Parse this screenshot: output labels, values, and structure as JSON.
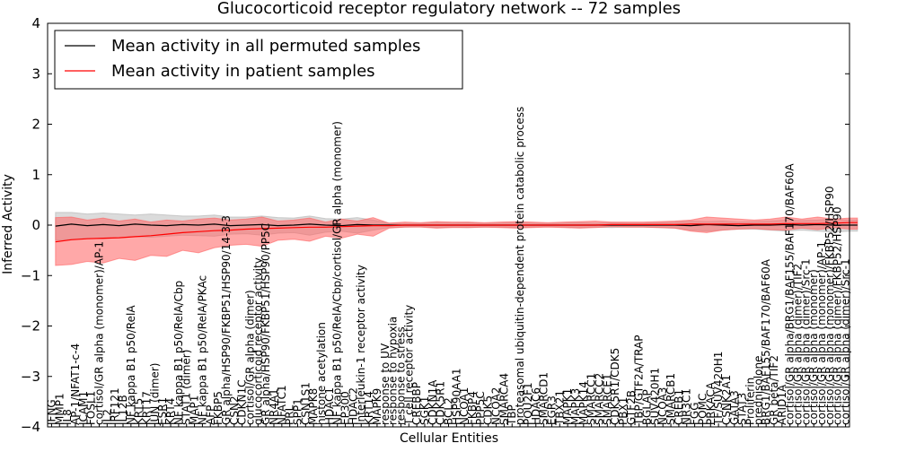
{
  "chart_data": {
    "type": "line",
    "title": "Glucocorticoid receptor regulatory network -- 72 samples",
    "xlabel": "Cellular Entities",
    "ylabel": "Inferred Activity",
    "ylim": [
      -4,
      4
    ],
    "yticks": [
      -4,
      -3,
      -2,
      -1,
      0,
      1,
      2,
      3,
      4
    ],
    "grid": false,
    "legend_position": "top-left",
    "colors": {
      "permuted_line": "#000000",
      "permuted_band": "#b0b0b0",
      "patient_line": "#ff0000",
      "patient_band": "#ff6060",
      "axes": "#000000"
    },
    "categories": [
      "IFNG",
      "MMP1",
      "IL8",
      "AP-1/NFAT1-c-4",
      "ICAM1",
      "FOSL1",
      "cortisol/GR alpha (monomer)/AP-1",
      "IL2",
      "IRF121",
      "IL12B",
      "NF kappa B1 p50/RelA",
      "KRT5",
      "KRT17",
      "JUN (dimer)",
      "ESR1",
      "KRT4",
      "NF kappa B1 p50/RelA/Cbp",
      "STAT1 (dimer)",
      "MAP1",
      "NF kappa B1 p50/RelA/PKAc",
      "AFP",
      "FKBP5",
      "GR alpha/HSP90/FKBP51/HSP90/14-3-3",
      "CSN2",
      "CDKN1C",
      "cortisol/GR alpha (dimer)",
      "glucocorticoid receptor activity",
      "GR alpha/HSP90/FKBP51/HSP90/PP5C",
      "NR4A1",
      "NFATC1",
      "PRL",
      "SPP1",
      "CSN1S1",
      "MAPK8",
      "histone acetylation",
      "HDAC1",
      "NF kappa B1 p50/RelA/Cbp/cortisol/GR alpha (monomer)",
      "EP300",
      "HDAC2",
      "Interleukin-1 receptor activity",
      "KRT14",
      "MAPK9",
      "response to UV",
      "response to hypoxia",
      "response to stress",
      "T cell receptor activity",
      "CREBBP",
      "SGK1",
      "CDKN1A",
      "CDK5R1",
      "BCL2",
      "HSP90AA1",
      "NCOA1",
      "FKBP4",
      "PPP5C",
      "CDK5",
      "NCOA2",
      "SMARCA4",
      "TBP",
      "proteasomal ubiquitin-dependent protein catabolic process",
      "POU2F1",
      "HDAC6",
      "SMARCD1",
      "EGR3",
      "TBX21",
      "MAPK1",
      "MAPK3",
      "MAPK14",
      "SMARCC1",
      "SMARCC2",
      "SMARCE1",
      "CDK5R1/CDK5",
      "PBX1",
      "GTF2B",
      "TBP/GTF2A/TRAP",
      "BGLAP",
      "SUV420H1",
      "NCOA3",
      "SMARCB1",
      "CREB1",
      "NR3C1",
      "FGG",
      "POMC",
      "PRKACA",
      "TF/SUV420H1",
      "CSNK2A1",
      "GATA3",
      "STAT3",
      "Proliferin",
      "prednisolone",
      "BRG1/BAF155/BAF170/BAF60A",
      "GR beta/TIF2",
      "ARID1A",
      "cortisol/GR alpha/BRG1/BAF155/BAF170/BAF60A",
      "cortisol/GR alpha (dimer)/TIF2",
      "cortisol/GR alpha (dimer)/Src-1",
      "cortisol/GR alpha (monomer)",
      "cortisol/GR alpha (monomer)/AP-1",
      "cortisol/GR alpha (monomer)/FKBP52/HSP90",
      "cortisol/GR alpha (dimer)/FKBP52/HSP90",
      "cortisol/GR alpha (dimer)/Src-1"
    ],
    "series": [
      {
        "name": "Mean activity in all permuted samples",
        "x": [
          1,
          3,
          5,
          7,
          9,
          11,
          13,
          15,
          17,
          19,
          21,
          23,
          25,
          27,
          29,
          31,
          33,
          35,
          37,
          39,
          41,
          43,
          45,
          47,
          49,
          51,
          53,
          55,
          57,
          59,
          61,
          63,
          65,
          67,
          69,
          71,
          73,
          75,
          77,
          79,
          81,
          83,
          85,
          87,
          89,
          91,
          93,
          95,
          97,
          99,
          101,
          102
        ],
        "values": [
          -0.02,
          0.02,
          -0.01,
          0.01,
          -0.01,
          0.02,
          0.0,
          -0.01,
          0.01,
          0.0,
          0.02,
          -0.01,
          0.0,
          0.01,
          -0.01,
          0.0,
          0.02,
          0.0,
          -0.01,
          0.01,
          0.0,
          0.0,
          0.0,
          0.0,
          0.0,
          0.0,
          0.0,
          0.0,
          0.0,
          0.0,
          0.0,
          0.0,
          0.0,
          0.0,
          0.0,
          0.0,
          0.0,
          0.0,
          0.0,
          0.0,
          -0.01,
          0.01,
          0.0,
          -0.01,
          0.0,
          0.0,
          0.01,
          0.0,
          0.01,
          0.0,
          0.0,
          0.0
        ],
        "upper": [
          0.25,
          0.25,
          0.22,
          0.24,
          0.22,
          0.2,
          0.22,
          0.2,
          0.18,
          0.18,
          0.2,
          0.16,
          0.16,
          0.18,
          0.15,
          0.14,
          0.18,
          0.13,
          0.12,
          0.15,
          0.1,
          0.04,
          0.03,
          0.03,
          0.05,
          0.04,
          0.05,
          0.03,
          0.04,
          0.05,
          0.04,
          0.03,
          0.04,
          0.05,
          0.04,
          0.05,
          0.04,
          0.04,
          0.05,
          0.06,
          0.08,
          0.07,
          0.08,
          0.06,
          0.07,
          0.08,
          0.1,
          0.09,
          0.1,
          0.12,
          0.1,
          0.1
        ],
        "lower": [
          -0.3,
          -0.28,
          -0.26,
          -0.27,
          -0.25,
          -0.23,
          -0.24,
          -0.22,
          -0.2,
          -0.21,
          -0.22,
          -0.18,
          -0.17,
          -0.2,
          -0.16,
          -0.15,
          -0.2,
          -0.14,
          -0.12,
          -0.16,
          -0.1,
          -0.05,
          -0.04,
          -0.03,
          -0.05,
          -0.04,
          -0.05,
          -0.04,
          -0.04,
          -0.05,
          -0.04,
          -0.03,
          -0.04,
          -0.05,
          -0.04,
          -0.05,
          -0.04,
          -0.04,
          -0.05,
          -0.06,
          -0.1,
          -0.12,
          -0.1,
          -0.08,
          -0.08,
          -0.1,
          -0.12,
          -0.1,
          -0.12,
          -0.14,
          -0.12,
          -0.12
        ]
      },
      {
        "name": "Mean activity in patient samples",
        "x": [
          1,
          3,
          5,
          7,
          9,
          11,
          13,
          15,
          17,
          19,
          21,
          23,
          25,
          27,
          29,
          31,
          33,
          35,
          37,
          39,
          41,
          43,
          45,
          47,
          49,
          51,
          53,
          55,
          57,
          59,
          61,
          63,
          65,
          67,
          69,
          71,
          73,
          75,
          77,
          79,
          81,
          83,
          85,
          87,
          89,
          91,
          93,
          95,
          97,
          99,
          101,
          102
        ],
        "values": [
          -0.33,
          -0.29,
          -0.27,
          -0.26,
          -0.25,
          -0.23,
          -0.21,
          -0.18,
          -0.15,
          -0.13,
          -0.11,
          -0.1,
          -0.08,
          -0.07,
          -0.06,
          -0.05,
          -0.04,
          -0.04,
          -0.03,
          -0.02,
          -0.01,
          -0.01,
          0.0,
          0.0,
          0.0,
          0.0,
          0.0,
          0.0,
          0.0,
          0.0,
          0.0,
          0.0,
          0.0,
          0.0,
          0.0,
          0.01,
          0.01,
          0.01,
          0.01,
          0.01,
          0.02,
          0.02,
          0.02,
          0.02,
          0.02,
          0.02,
          0.03,
          0.03,
          0.03,
          0.04,
          0.05,
          0.05
        ],
        "upper": [
          0.15,
          0.16,
          0.1,
          0.14,
          0.08,
          0.12,
          0.06,
          0.1,
          0.08,
          0.12,
          0.14,
          0.1,
          0.12,
          0.16,
          0.08,
          0.1,
          0.14,
          0.06,
          0.12,
          0.08,
          0.15,
          0.04,
          0.06,
          0.05,
          0.07,
          0.06,
          0.06,
          0.05,
          0.06,
          0.07,
          0.06,
          0.05,
          0.06,
          0.07,
          0.08,
          0.06,
          0.06,
          0.06,
          0.07,
          0.08,
          0.1,
          0.16,
          0.14,
          0.12,
          0.1,
          0.12,
          0.16,
          0.12,
          0.16,
          0.12,
          0.14,
          0.14
        ],
        "lower": [
          -0.8,
          -0.78,
          -0.72,
          -0.75,
          -0.66,
          -0.7,
          -0.6,
          -0.62,
          -0.5,
          -0.55,
          -0.45,
          -0.4,
          -0.38,
          -0.42,
          -0.3,
          -0.28,
          -0.32,
          -0.22,
          -0.26,
          -0.18,
          -0.22,
          -0.06,
          -0.04,
          -0.04,
          -0.06,
          -0.05,
          -0.05,
          -0.04,
          -0.05,
          -0.06,
          -0.05,
          -0.04,
          -0.05,
          -0.06,
          -0.05,
          -0.03,
          -0.04,
          -0.04,
          -0.05,
          -0.06,
          -0.12,
          -0.15,
          -0.1,
          -0.08,
          -0.07,
          -0.09,
          -0.1,
          -0.06,
          -0.09,
          -0.05,
          -0.08,
          -0.08
        ]
      }
    ]
  }
}
